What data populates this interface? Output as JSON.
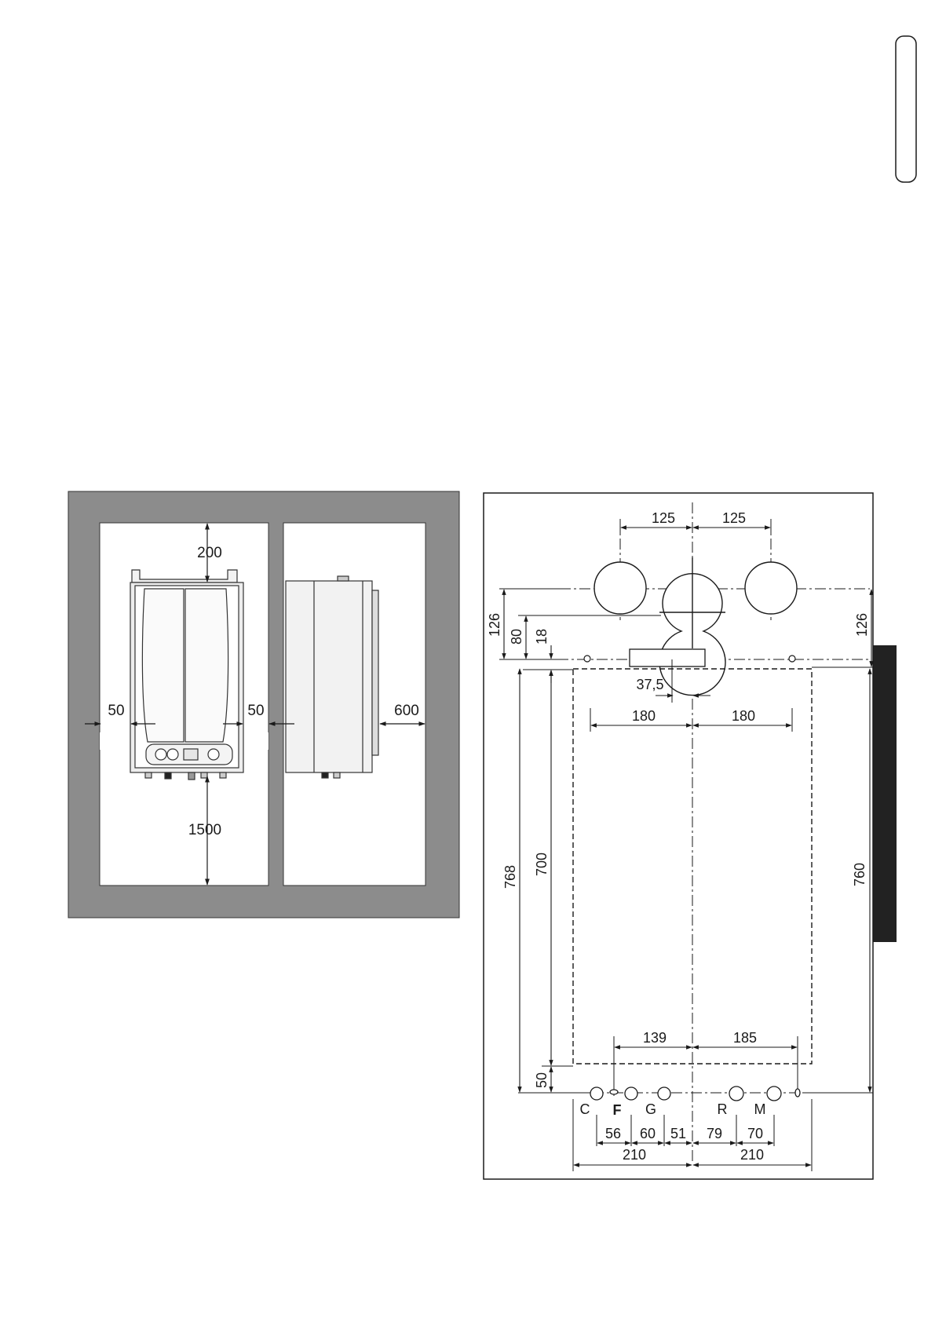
{
  "clearance_diagram": {
    "top": "200",
    "left": "50",
    "right": "50",
    "front": "600",
    "bottom": "1500"
  },
  "dimension_diagram": {
    "top_spacing": [
      "125",
      "125"
    ],
    "left_126": "126",
    "left_80": "80",
    "left_18": "18",
    "right_126": "126",
    "offset_37_5": "37,5",
    "bracket_halves": [
      "180",
      "180"
    ],
    "height_768": "768",
    "height_700": "700",
    "height_760": "760",
    "lower_halves": [
      "139",
      "185"
    ],
    "bottom_50": "50",
    "connections": [
      "C",
      "F",
      "G",
      "R",
      "M"
    ],
    "conn_spacing": [
      "56",
      "60",
      "51",
      "79",
      "70"
    ],
    "width_halves": [
      "210",
      "210"
    ]
  }
}
